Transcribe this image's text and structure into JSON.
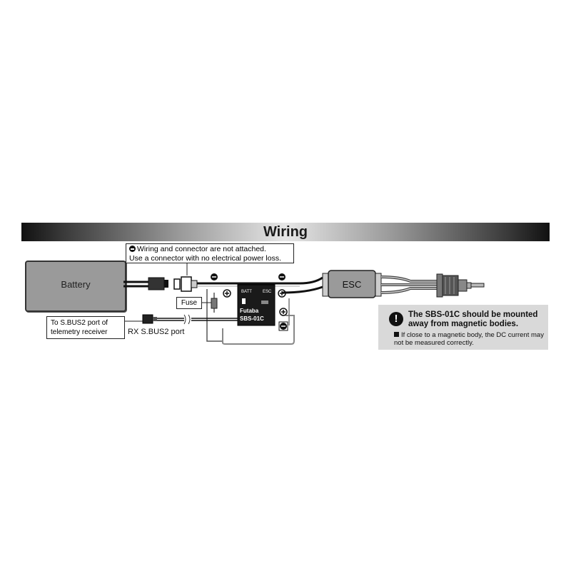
{
  "title": "Wiring",
  "battery_label": "Battery",
  "esc_label": "ESC",
  "connector_note": {
    "line1": "Wiring and connector are not attached.",
    "line2": "Use a connector with no electrical power loss."
  },
  "fuse_label": "Fuse",
  "telemetry_label": {
    "line1": "To S.BUS2 port of",
    "line2": "telemetry receiver"
  },
  "rx_port_label": "RX S.BUS2 port",
  "sensor": {
    "batt_label": "BATT",
    "esc_label": "ESC",
    "brand": "Futaba",
    "model": "SBS-01C",
    "symbol_minus": "⊖",
    "symbol_plus": "⊕"
  },
  "warning": {
    "icon": "!",
    "title": "The SBS-01C should be mounted away from magnetic bodies.",
    "body": "If close to a magnetic body, the DC current may not be measured correctly."
  }
}
